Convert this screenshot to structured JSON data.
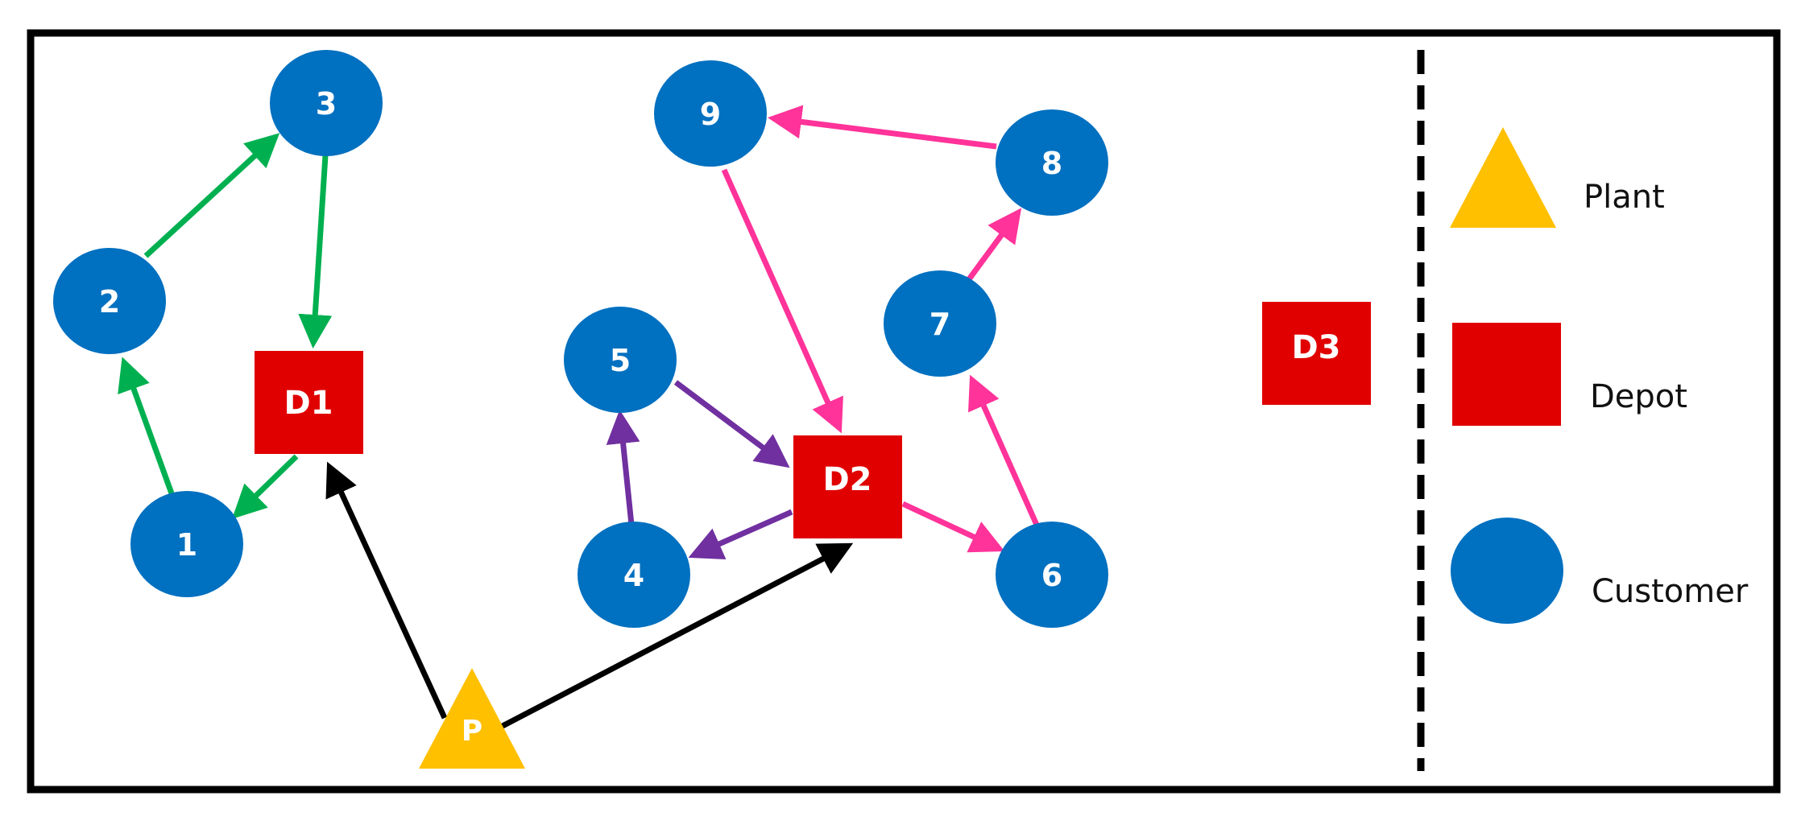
{
  "colors": {
    "plant": "#FFC000",
    "depot": "#E00000",
    "customer": "#0070C0",
    "route_green": "#00B050",
    "route_purple": "#7030A0",
    "route_pink": "#FF3399",
    "route_black": "#000000",
    "frame": "#000000"
  },
  "nodes": {
    "customer_1": {
      "label": "1",
      "shape": "customer-circle-icon"
    },
    "customer_2": {
      "label": "2",
      "shape": "customer-circle-icon"
    },
    "customer_3": {
      "label": "3",
      "shape": "customer-circle-icon"
    },
    "customer_4": {
      "label": "4",
      "shape": "customer-circle-icon"
    },
    "customer_5": {
      "label": "5",
      "shape": "customer-circle-icon"
    },
    "customer_6": {
      "label": "6",
      "shape": "customer-circle-icon"
    },
    "customer_7": {
      "label": "7",
      "shape": "customer-circle-icon"
    },
    "customer_8": {
      "label": "8",
      "shape": "customer-circle-icon"
    },
    "customer_9": {
      "label": "9",
      "shape": "customer-circle-icon"
    },
    "depot_1": {
      "label": "D1",
      "shape": "depot-square-icon"
    },
    "depot_2": {
      "label": "D2",
      "shape": "depot-square-icon"
    },
    "depot_3": {
      "label": "D3",
      "shape": "depot-square-icon"
    },
    "plant": {
      "label": "P",
      "shape": "plant-triangle-icon"
    }
  },
  "legend": {
    "plant": "Plant",
    "depot": "Depot",
    "customer": "Customer"
  }
}
